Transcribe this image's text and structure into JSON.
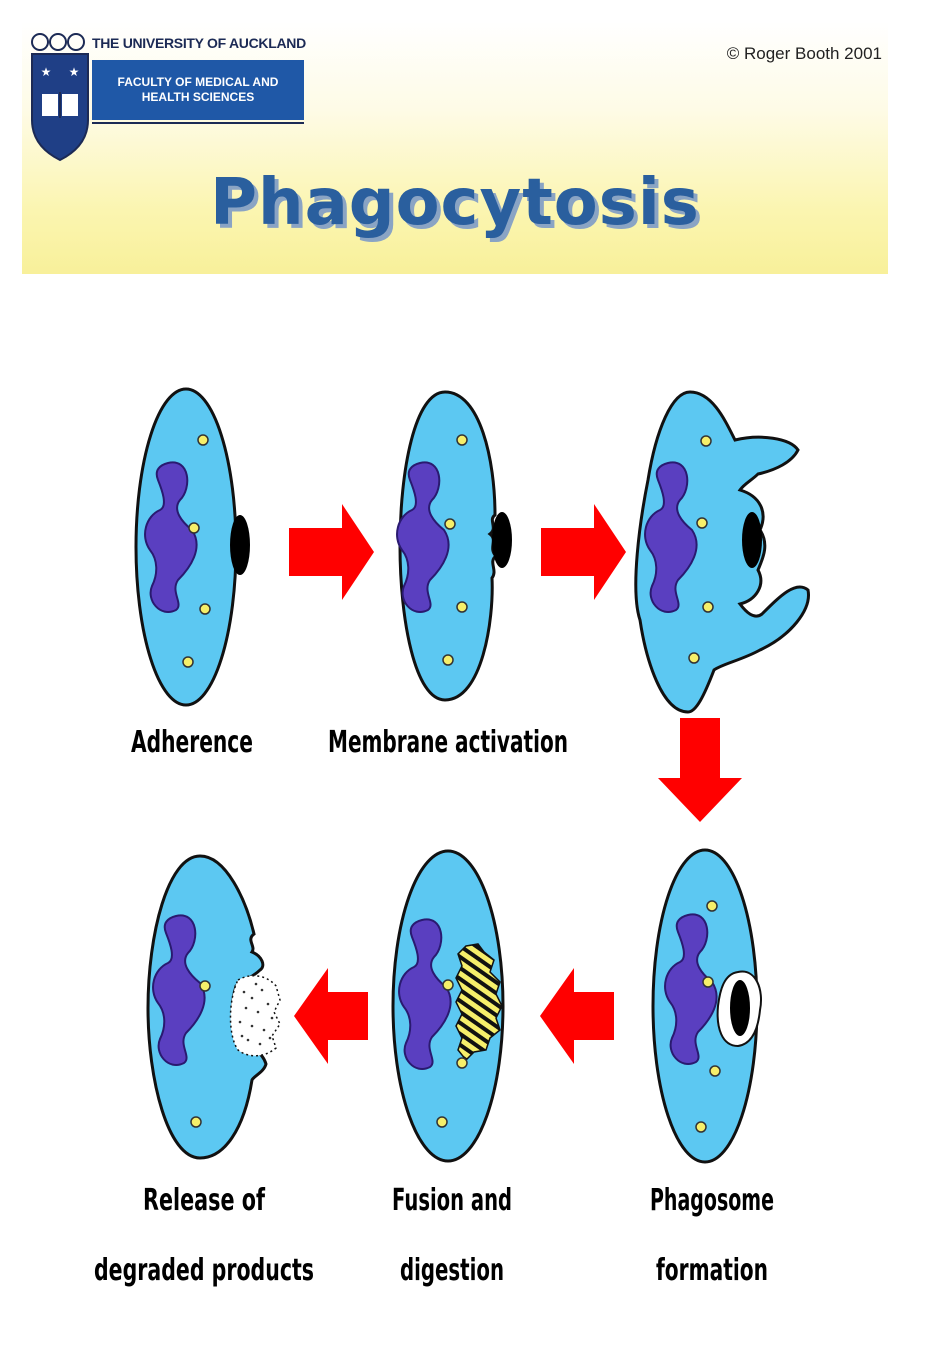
{
  "header": {
    "university": "THE UNIVERSITY OF AUCKLAND",
    "faculty_line1": "FACULTY OF MEDICAL AND",
    "faculty_line2": "HEALTH SCIENCES",
    "copyright": "© Roger Booth 2001",
    "title": "Phagocytosis"
  },
  "stages": [
    {
      "label_line1": "Adherence",
      "label_line2": ""
    },
    {
      "label_line1": "Membrane activation",
      "label_line2": ""
    },
    {
      "label_line1": "Phagosome",
      "label_line2": "formation"
    },
    {
      "label_line1": "Fusion and",
      "label_line2": "digestion"
    },
    {
      "label_line1": "Release of",
      "label_line2": "degraded products"
    }
  ],
  "colors": {
    "cytoplasm": "#5cc8f2",
    "nucleus": "#5a3fc0",
    "granule": "#f6ef6a",
    "particle": "#000000",
    "arrow": "#ff0000",
    "title": "#2a5f9e",
    "faculty_box": "#1f58a7"
  },
  "icons": {
    "crest": "university-crest-icon",
    "arrow": "red-block-arrow-icon"
  }
}
